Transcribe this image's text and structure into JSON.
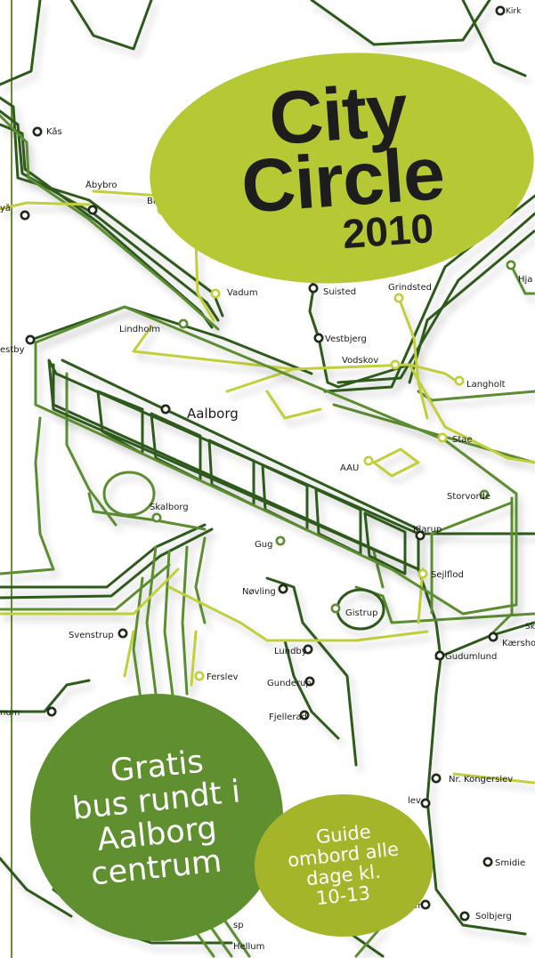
{
  "cover": {
    "title_line1": "City",
    "title_line2": "Circle",
    "year": "2010",
    "promo_lines": [
      "Gratis",
      "bus rundt i",
      "Aalborg",
      "centrum"
    ],
    "guide_lines": [
      "Guide",
      "ombord alle",
      "dage kl.",
      "10-13"
    ]
  },
  "colors": {
    "dark_green": "#2f5a1e",
    "mid_green": "#5d8d32",
    "light_green": "#c1cf3c",
    "title_blob": "#b6c934",
    "promo_blob": "#5f8f2e",
    "guide_blob": "#a4b52a"
  },
  "stops": [
    {
      "name": "Kirk"
    },
    {
      "name": "Kås"
    },
    {
      "name": "Åbybro"
    },
    {
      "name": "Bie"
    },
    {
      "name": "Vadum"
    },
    {
      "name": "Suisted"
    },
    {
      "name": "Grindsted"
    },
    {
      "name": "Hja"
    },
    {
      "name": "Lindholm"
    },
    {
      "name": "Vestbjerg"
    },
    {
      "name": "Vodskov"
    },
    {
      "name": "Langholt"
    },
    {
      "name": "Aalborg"
    },
    {
      "name": "Stae"
    },
    {
      "name": "AAU"
    },
    {
      "name": "Storvorde"
    },
    {
      "name": "Skalborg"
    },
    {
      "name": "Klarup"
    },
    {
      "name": "Gug"
    },
    {
      "name": "Sejlflod"
    },
    {
      "name": "Nøvling"
    },
    {
      "name": "Gistrup"
    },
    {
      "name": "Svenstrup"
    },
    {
      "name": "Lundby"
    },
    {
      "name": "Gudumlund"
    },
    {
      "name": "Kærshol"
    },
    {
      "name": "Ferslev"
    },
    {
      "name": "Gunderup"
    },
    {
      "name": "Fjellerad"
    },
    {
      "name": "Nr. Kongerslev"
    },
    {
      "name": "Smidie"
    },
    {
      "name": "Solbjerg"
    },
    {
      "name": "Hellum"
    },
    {
      "name": "estby"
    },
    {
      "name": "yå"
    },
    {
      "name": "num"
    },
    {
      "name": "lev"
    },
    {
      "name": "llum"
    },
    {
      "name": "sp"
    },
    {
      "name": "Sk"
    }
  ]
}
